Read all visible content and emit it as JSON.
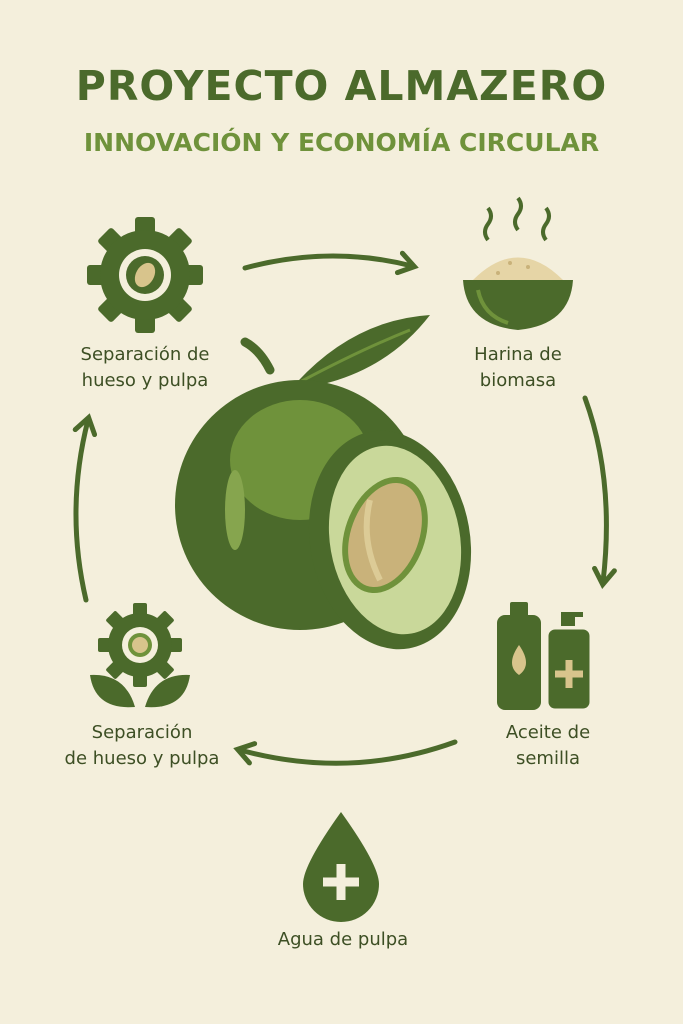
{
  "header": {
    "title": "PROYECTO ALMAZERO",
    "subtitle": "INNOVACIÓN Y ECONOMÍA CIRCULAR"
  },
  "steps": [
    {
      "icon": "gear-seed-icon",
      "line1": "Separación de",
      "line2": "hueso y pulpa"
    },
    {
      "icon": "flour-bowl-icon",
      "line1": "Harina de",
      "line2": "biomasa"
    },
    {
      "icon": "oil-bottles-icon",
      "line1": "Aceite de",
      "line2": "semilla"
    },
    {
      "icon": "gear-leaves-icon",
      "line1": "Separación",
      "line2": "de hueso y pulpa"
    },
    {
      "icon": "water-drop-icon",
      "line1": "Agua de pulpa"
    }
  ],
  "colors": {
    "background": "#f4efdc",
    "dark_green": "#4b6a2b",
    "light_green": "#6f923b",
    "pale_green": "#c9d89a",
    "seed": "#c9b27a"
  }
}
